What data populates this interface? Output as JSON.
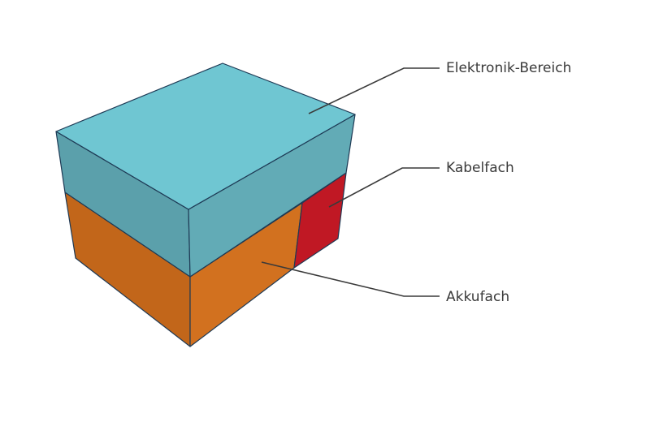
{
  "labels": {
    "electronics": "Elektronik-Bereich",
    "cable": "Kabelfach",
    "battery": "Akkufach"
  },
  "colors": {
    "electronics_top": "#6fc6d2",
    "electronics_left": "#5ba0ab",
    "electronics_right": "#62abb6",
    "battery_left": "#c2661a",
    "battery_right": "#d2711f",
    "cable_right": "#c01824",
    "edge": "#1e3a55",
    "leader": "#3a3a3a"
  }
}
